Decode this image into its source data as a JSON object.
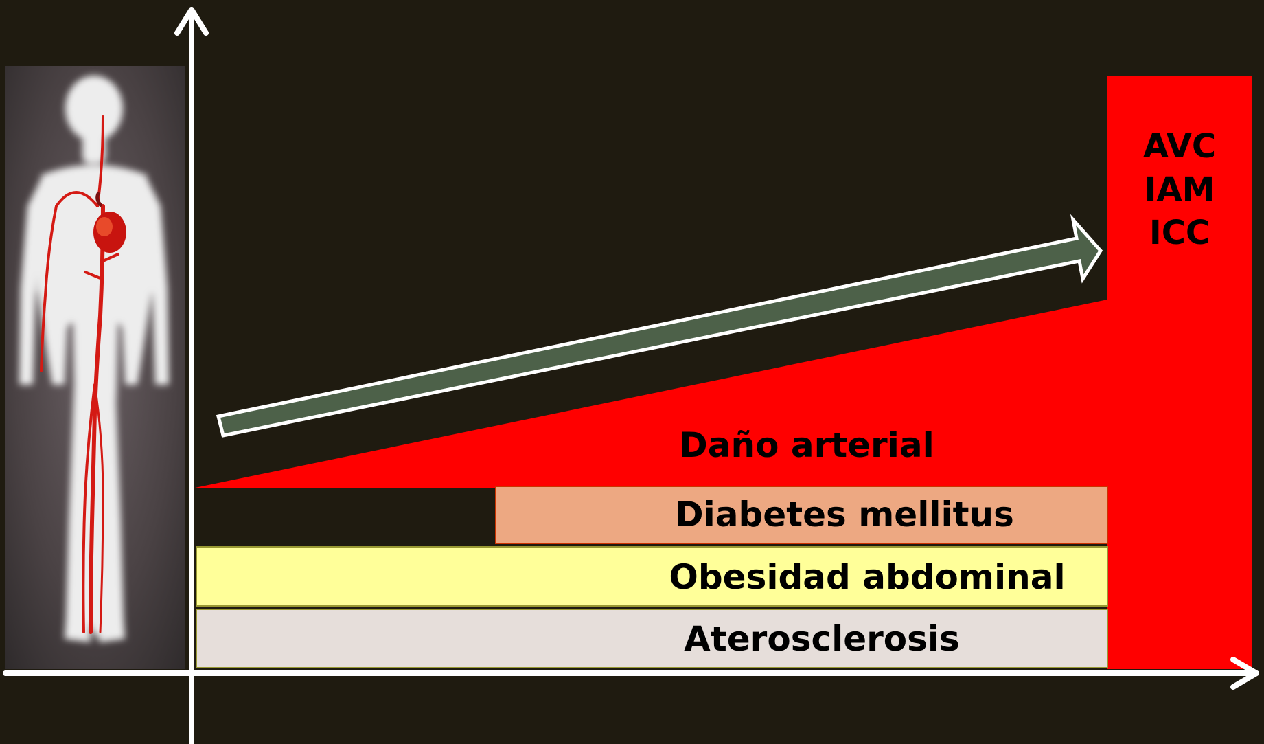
{
  "diagram": {
    "colors": {
      "background": "#1f1b10",
      "axis": "#ffffff",
      "outcome_bar": "#ff0000",
      "dano_arterial": "#ff0000",
      "diabetes_mellitus": "#eda882",
      "obesidad_abdominal": "#ffff99",
      "aterosclerosis": "#e6deda",
      "progression_arrow": "#4d6149"
    },
    "outcomes": {
      "line1": "AVC",
      "line2": "IAM",
      "line3": "ICC"
    },
    "layers": {
      "dano_arterial": "Daño arterial",
      "diabetes_mellitus": "Diabetes mellitus",
      "obesidad_abdominal": "Obesidad abdominal",
      "aterosclerosis": "Aterosclerosis"
    },
    "illustration": "human-body-arterial-system"
  }
}
